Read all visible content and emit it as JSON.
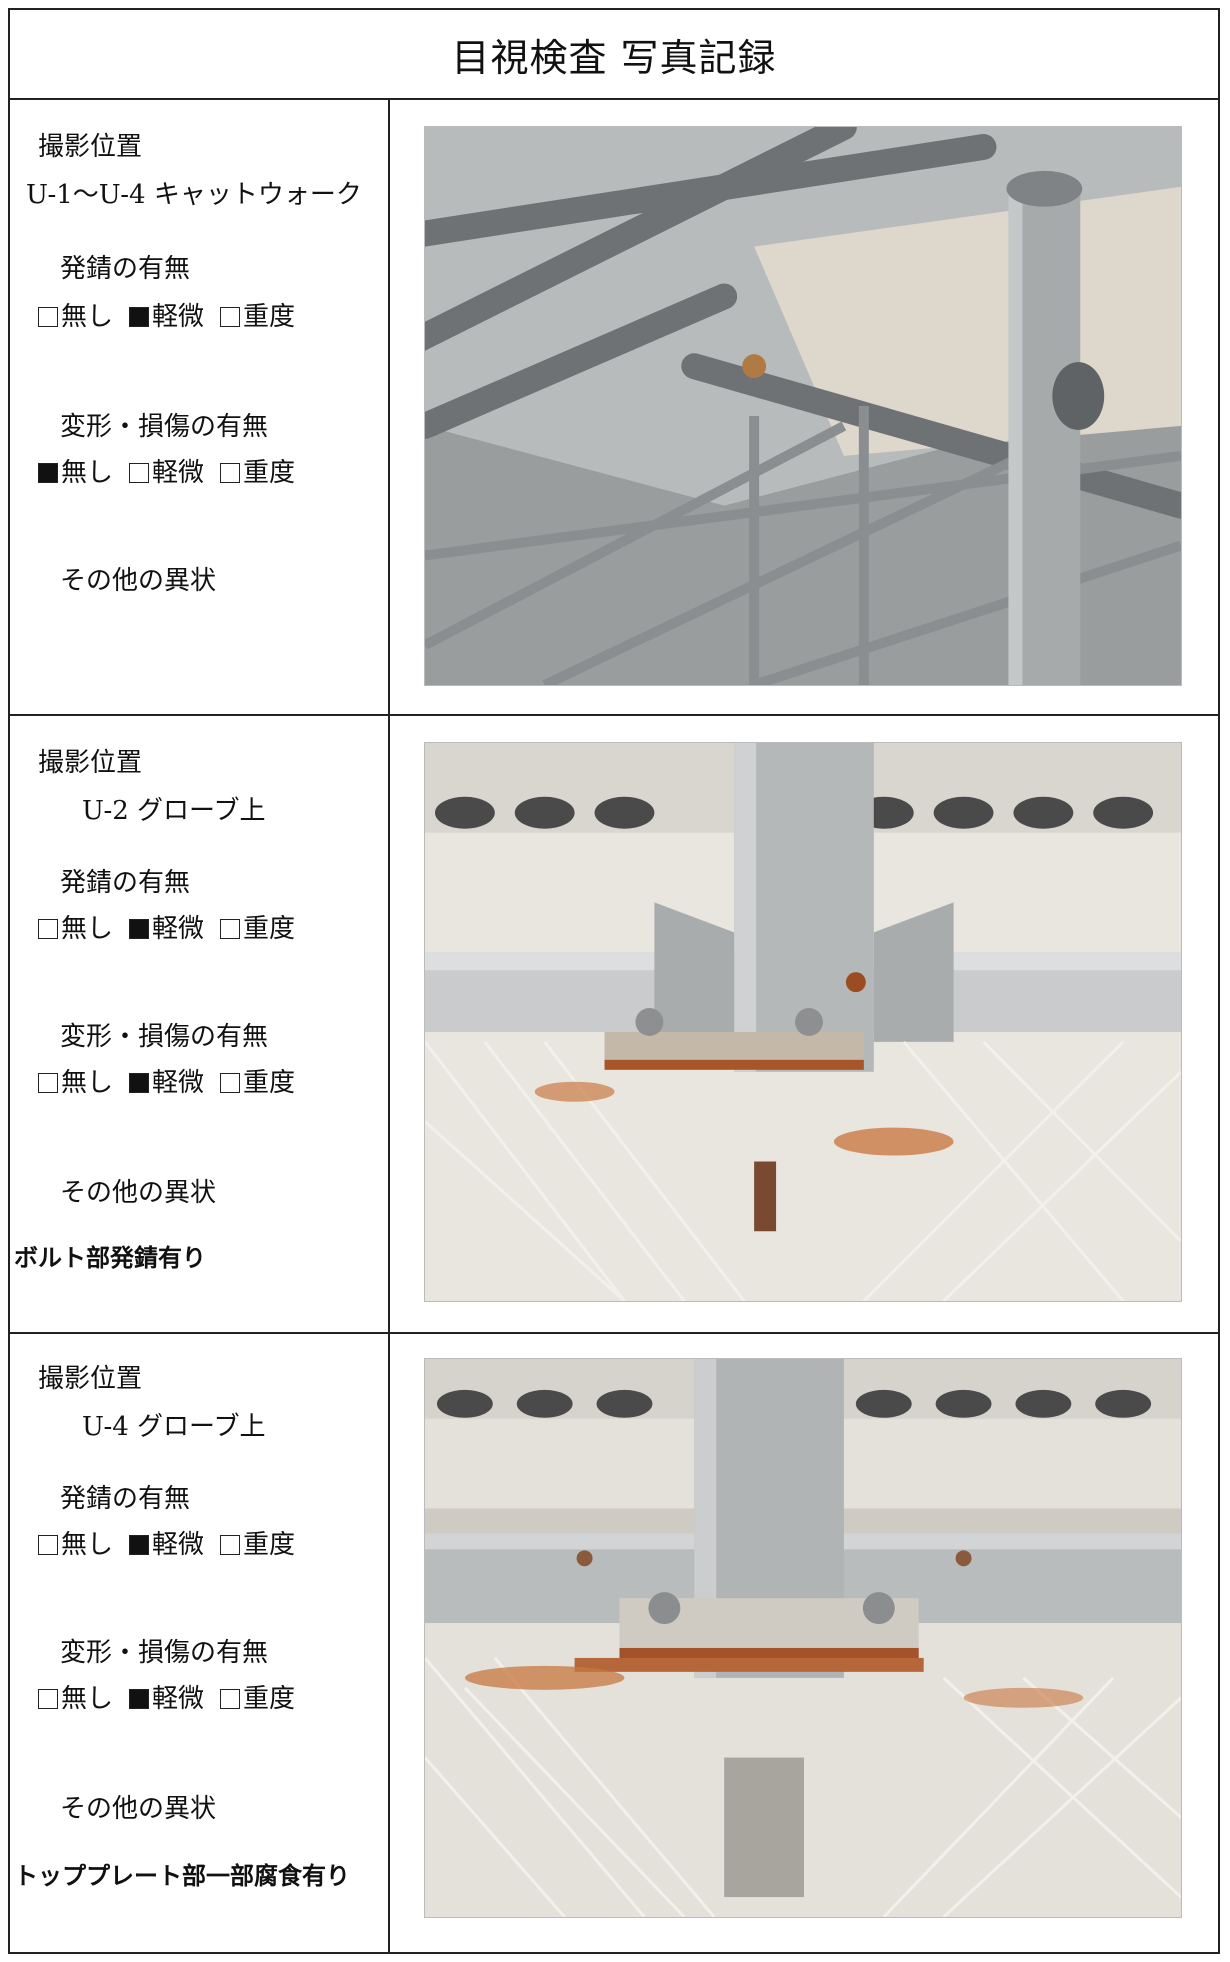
{
  "title": "目視検査 写真記録",
  "entries": [
    {
      "location_label": "撮影位置",
      "location": "U-1〜U-4 キャットウォーク",
      "rust_label": "発錆の有無",
      "rust": [
        {
          "label": "無し",
          "checked": false
        },
        {
          "label": "軽微",
          "checked": true
        },
        {
          "label": "重度",
          "checked": false
        }
      ],
      "damage_label": "変形・損傷の有無",
      "damage": [
        {
          "label": "無し",
          "checked": true
        },
        {
          "label": "軽微",
          "checked": false
        },
        {
          "label": "重度",
          "checked": false
        }
      ],
      "other_label": "その他の異状",
      "remark": ""
    },
    {
      "location_label": "撮影位置",
      "location": "U-2 グローブ上",
      "rust_label": "発錆の有無",
      "rust": [
        {
          "label": "無し",
          "checked": false
        },
        {
          "label": "軽微",
          "checked": true
        },
        {
          "label": "重度",
          "checked": false
        }
      ],
      "damage_label": "変形・損傷の有無",
      "damage": [
        {
          "label": "無し",
          "checked": false
        },
        {
          "label": "軽微",
          "checked": true
        },
        {
          "label": "重度",
          "checked": false
        }
      ],
      "other_label": "その他の異状",
      "remark": "ボルト部発錆有り"
    },
    {
      "location_label": "撮影位置",
      "location": "U-4 グローブ上",
      "rust_label": "発錆の有無",
      "rust": [
        {
          "label": "無し",
          "checked": false
        },
        {
          "label": "軽微",
          "checked": true
        },
        {
          "label": "重度",
          "checked": false
        }
      ],
      "damage_label": "変形・損傷の有無",
      "damage": [
        {
          "label": "無し",
          "checked": false
        },
        {
          "label": "軽微",
          "checked": true
        },
        {
          "label": "重度",
          "checked": false
        }
      ],
      "other_label": "その他の異状",
      "remark": "トッププレート部一部腐食有り"
    }
  ]
}
